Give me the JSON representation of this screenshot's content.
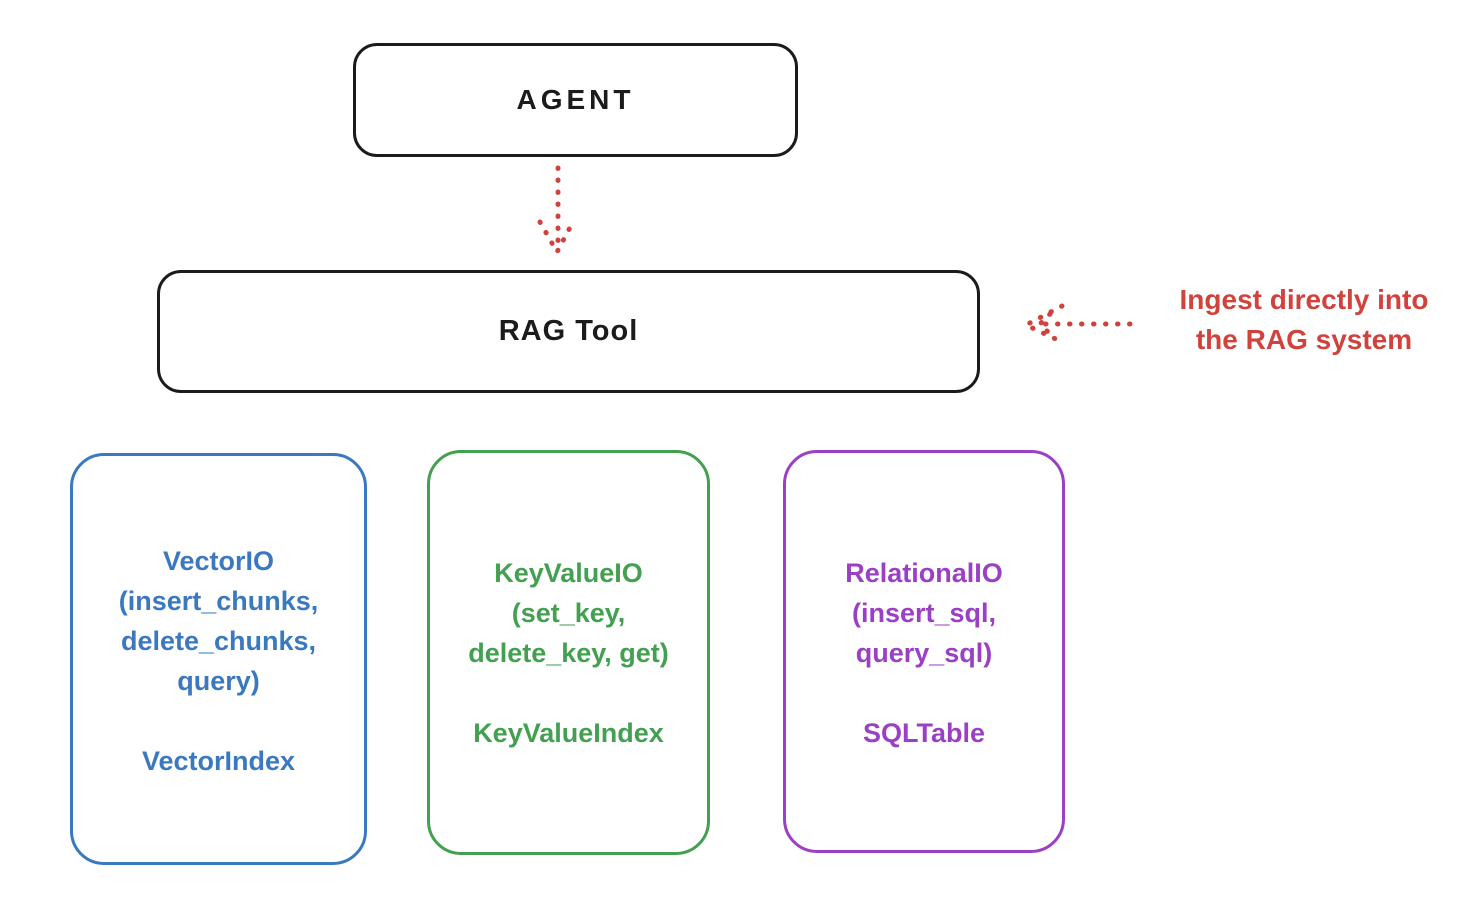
{
  "diagram": {
    "background_color": "#ffffff",
    "ink_color": "#1b1b1b",
    "accent_red": "#d0433d",
    "nodes": {
      "agent": {
        "label": "AGENT",
        "color": "#1b1b1b"
      },
      "rag_tool": {
        "label": "RAG Tool",
        "color": "#1b1b1b"
      },
      "vector_io": {
        "color": "#3a78bf",
        "lines": [
          "VectorIO",
          "(insert_chunks,",
          "delete_chunks,",
          "query)"
        ],
        "index_label": "VectorIndex"
      },
      "key_value_io": {
        "color": "#43a050",
        "lines": [
          "KeyValueIO",
          "(set_key,",
          "delete_key, get)"
        ],
        "index_label": "KeyValueIndex"
      },
      "relational_io": {
        "color": "#9b40c4",
        "lines": [
          "RelationalIO",
          "(insert_sql,",
          "query_sql)"
        ],
        "index_label": "SQLTable"
      }
    },
    "annotation": {
      "color": "#d0433d",
      "lines": [
        "Ingest directly into",
        "the RAG system"
      ]
    },
    "arrows": {
      "agent_to_rag_tool": {
        "style": "dotted",
        "color": "#d0433d",
        "direction": "down"
      },
      "ingest_into_rag": {
        "style": "dotted",
        "color": "#d0433d",
        "direction": "left"
      }
    }
  }
}
